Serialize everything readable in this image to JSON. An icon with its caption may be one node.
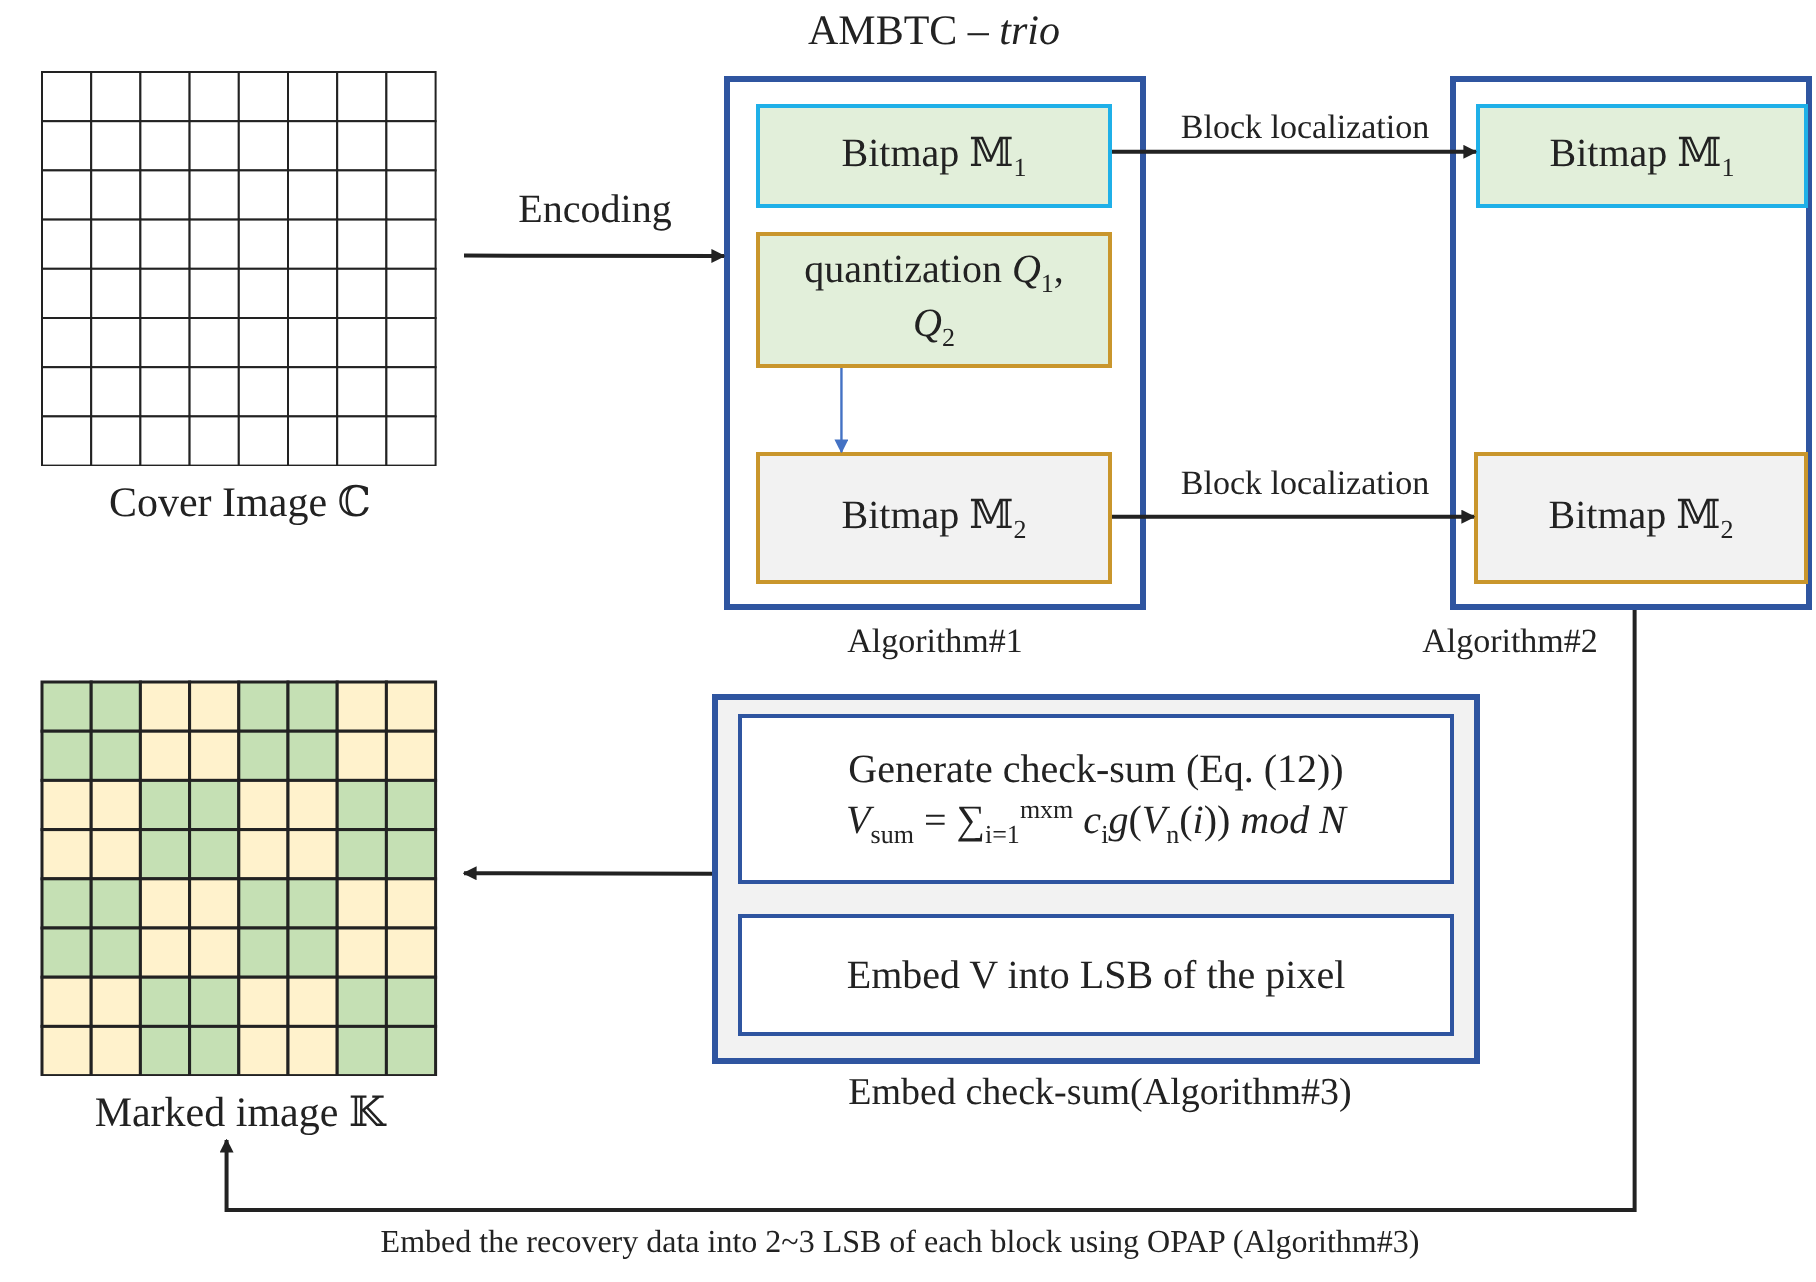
{
  "diagram": {
    "title": "AMBTC – *trio*",
    "nodes": [
      {
        "text": [
          "Cover Image ℂ"
        ]
      },
      {
        "text": [],
        "shape": "box",
        "beside": [
          "Algorithm#1"
        ]
      },
      {
        "text": [
          "Bitmap 𝕄$_{1}$"
        ],
        "in": 1
      },
      {
        "text": [
          "quantization *Q*$_{1}$, *Q*$_{2}$"
        ],
        "in": 1
      },
      {
        "text": [
          "Bitmap 𝕄$_{2}$"
        ],
        "in": 1
      },
      {
        "text": [],
        "shape": "box",
        "beside": [
          "Algorithm#2"
        ]
      },
      {
        "text": [
          "Bitmap 𝕄$_{1}$"
        ],
        "in": 5
      },
      {
        "text": [
          "Bitmap 𝕄$_{2}$"
        ],
        "in": 5
      },
      {
        "text": [],
        "shape": "box",
        "beside": [
          "Embed check-sum(Algorithm#3)"
        ]
      },
      {
        "text": [
          "Generate check-sum (Eq. (12))",
          "*V*$_{sum}$ = ∑$_{i=1}$$^{mxm}$ *c*$_{i}$*g*(*V*$_{n}$(*i*)) *mod N*"
        ],
        "in": 8
      },
      {
        "text": [
          "Embed V into LSB of the pixel"
        ],
        "in": 8
      },
      {
        "text": [
          "Marked image 𝕂"
        ]
      }
    ],
    "edges": [
      {
        "from": 0,
        "to": 1,
        "arrow": "to",
        "label": "Encoding"
      },
      {
        "from": 3,
        "to": 4,
        "arrow": "to",
        "color": "#4472c4"
      },
      {
        "from": 2,
        "to": 6,
        "arrow": "to",
        "label": "Block localization"
      },
      {
        "from": 4,
        "to": 7,
        "arrow": "to",
        "label": "Block localization"
      },
      {
        "from": 8,
        "to": 11,
        "arrow": "to"
      },
      {
        "from": 5,
        "to": 11,
        "arrow": "to",
        "label": "Embed the recovery data into 2~3 LSB of each block using OPAP (Algorithm#3)"
      }
    ]
  }
}
